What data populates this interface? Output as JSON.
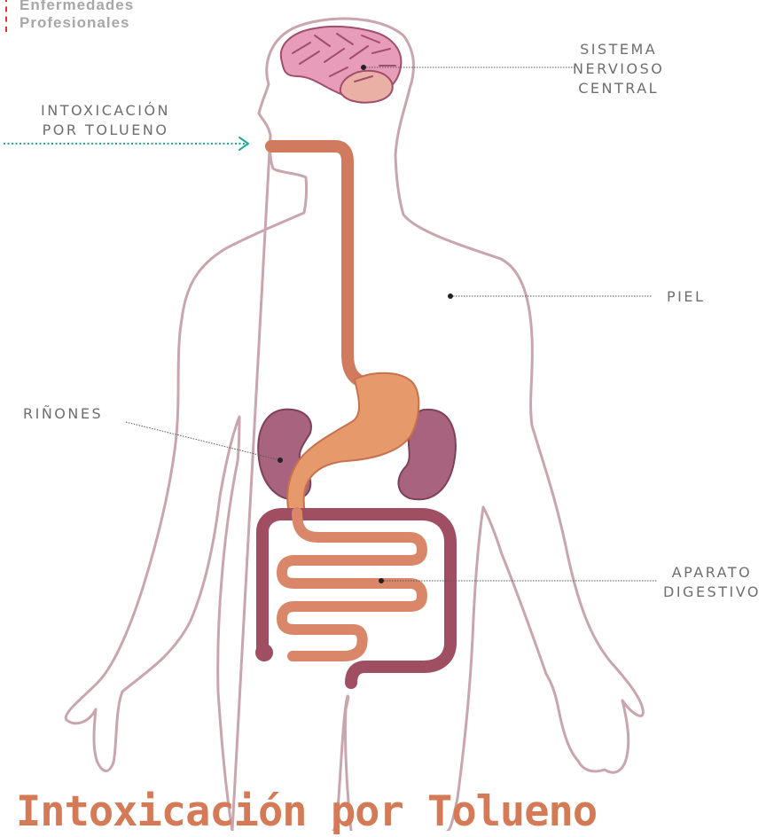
{
  "brand": {
    "line1": "Enfermedades",
    "line2": "Profesionales"
  },
  "labels": {
    "snc": [
      "SISTEMA",
      "NERVIOSO",
      "CENTRAL"
    ],
    "intox": [
      "INTOXICACIÓN",
      "POR TOLUENO"
    ],
    "piel": "PIEL",
    "rinones": "RIÑONES",
    "digestivo": [
      "APARATO",
      "DIGESTIVO"
    ]
  },
  "title": "Intoxicación por Tolueno",
  "colors": {
    "outline": "#c9a6ad",
    "brain": "#e79db9",
    "brain_lines": "#a14d6b",
    "esophagus": "#d07b5f",
    "stomach": "#e69a6c",
    "kidney": "#a8647f",
    "intestine_small": "#d98768",
    "intestine_large": "#a04e61",
    "arrow": "#21a79c",
    "title": "#d47a56"
  }
}
